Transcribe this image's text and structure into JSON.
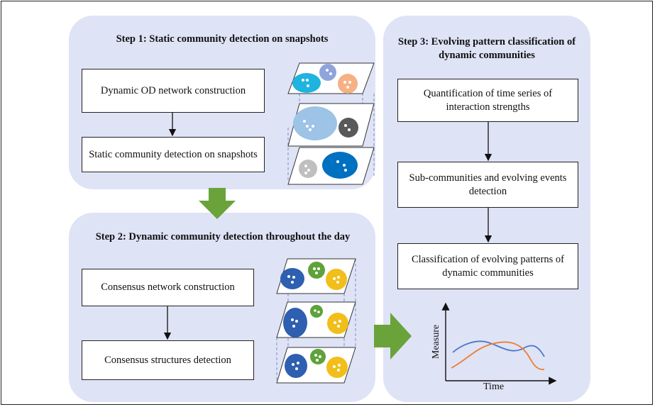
{
  "step1": {
    "title": "Step 1:  Static community detection on snapshots",
    "box1": "Dynamic OD network  construction",
    "box2": "Static community detection on snapshots"
  },
  "step2": {
    "title": "Step 2: Dynamic community detection throughout the day",
    "box1": "Consensus network construction",
    "box2": "Consensus structures detection"
  },
  "step3": {
    "title": "Step 3: Evolving pattern classification of dynamic communities",
    "box1": "Quantification of time series of interaction strengths",
    "box2": "Sub-communities and evolving events detection",
    "box3": "Classification of evolving patterns of dynamic communities"
  },
  "plot": {
    "xlabel": "Time",
    "ylabel": "Measure",
    "colors": {
      "series_a": "#4a78c4",
      "series_b": "#ed7d31"
    }
  },
  "colors": {
    "panel": "#dfe3f6",
    "arrow": "#6aa33a",
    "cyan": "#1fb4e0",
    "periwinkle": "#8ea4db",
    "peach": "#f5b183",
    "lightblue": "#9dc3e6",
    "darkgray": "#595959",
    "lightgray": "#bfbfbf",
    "blue": "#0070c0",
    "navy": "#2e5fb0",
    "green": "#5ea23a",
    "yellow": "#f2be1a"
  }
}
